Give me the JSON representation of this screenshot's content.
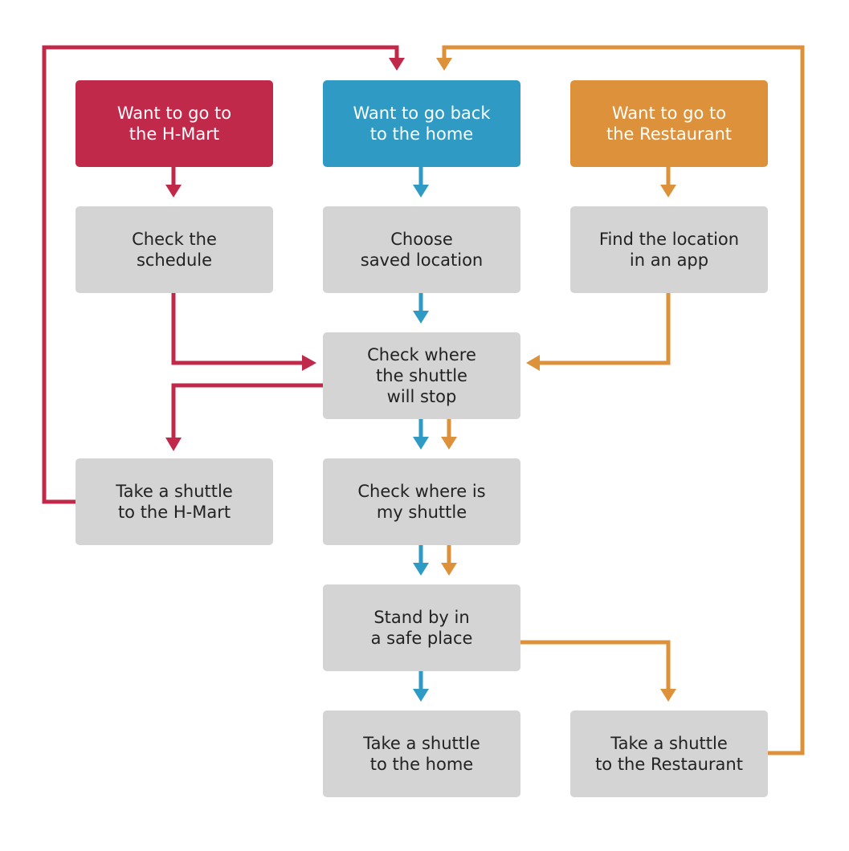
{
  "colors": {
    "hmart": "#c0294a",
    "home": "#2f9bc4",
    "restaurant": "#dc913a",
    "step_box": "#d4d4d4"
  },
  "nodes": {
    "hmart_start": "Want to go to\nthe H-Mart",
    "home_start": "Want to go back\nto the home",
    "restaurant_start": "Want to go to\nthe Restaurant",
    "check_schedule": "Check the\nschedule",
    "choose_saved_location": "Choose\nsaved location",
    "find_location": "Find the location\nin an app",
    "check_stop": "Check where\nthe shuttle\nwill stop",
    "take_shuttle_hmart": "Take a shuttle\nto the H-Mart",
    "check_shuttle": "Check where is\nmy shuttle",
    "stand_by": "Stand by in\na safe place",
    "take_shuttle_home": "Take a shuttle\nto the home",
    "take_shuttle_restaurant": "Take a shuttle\nto the Restaurant"
  }
}
